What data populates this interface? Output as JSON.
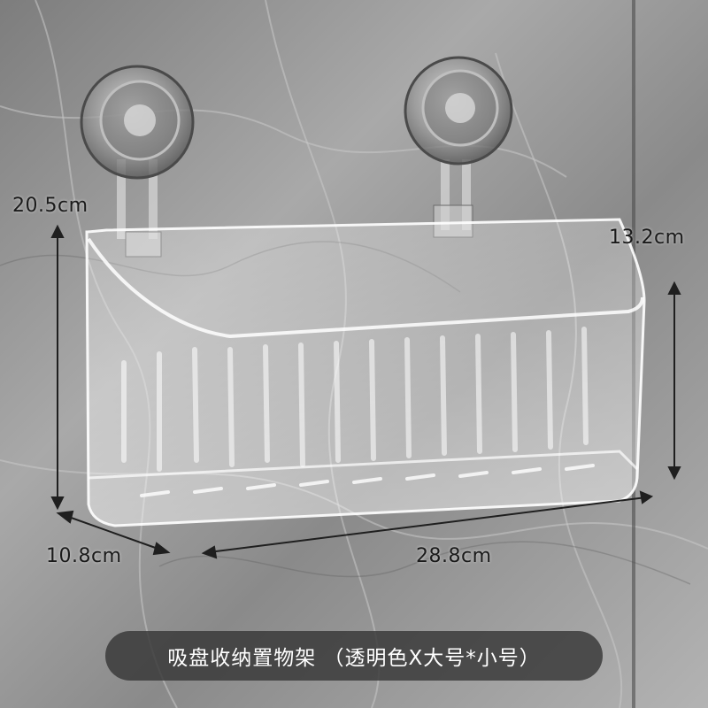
{
  "dimensions": {
    "height": "20.5cm",
    "basket_height": "13.2cm",
    "depth": "10.8cm",
    "width": "28.8cm"
  },
  "caption": "吸盘收纳置物架 （透明色X大号*小号）",
  "colors": {
    "wall": "#8f8f8f",
    "caption_bg": "#3a3a3a",
    "dimension_lines": "#1f1f1f"
  }
}
